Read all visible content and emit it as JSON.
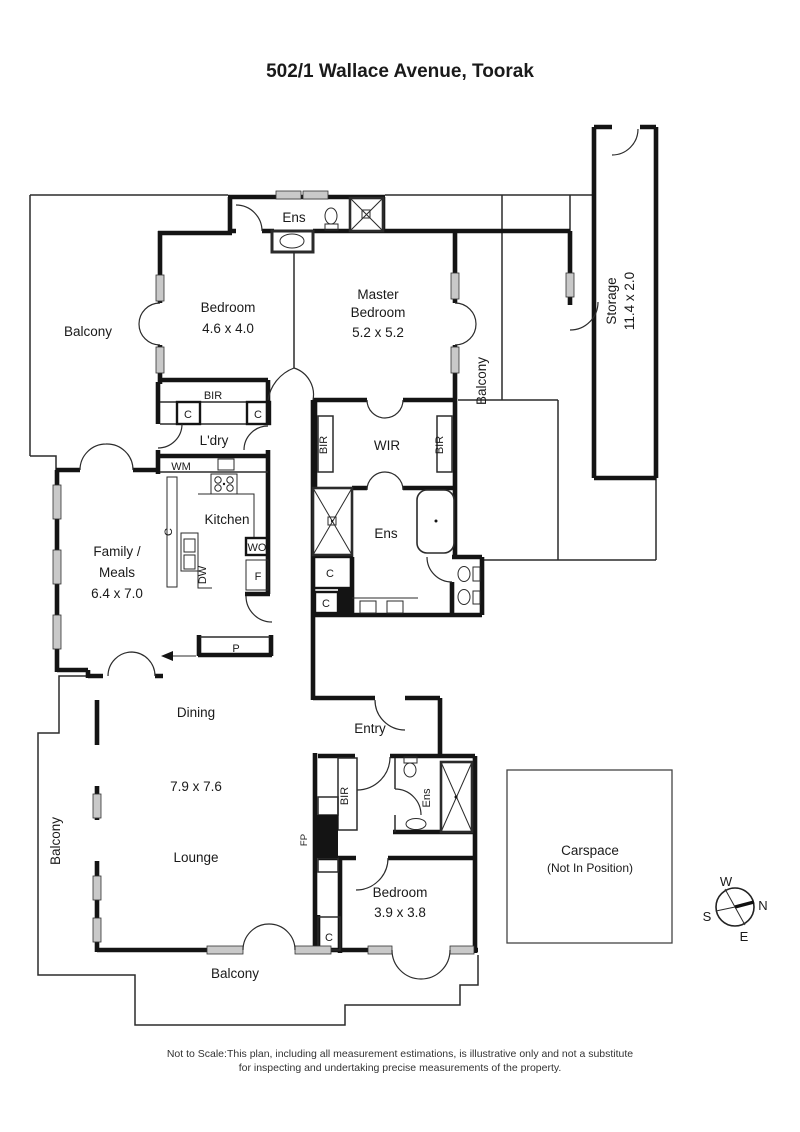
{
  "title": "502/1 Wallace Avenue, Toorak",
  "rooms": {
    "storage": {
      "name": "Storage",
      "dims": "11.4 x 2.0"
    },
    "ens_top": {
      "name": "Ens"
    },
    "bedroom2": {
      "name": "Bedroom",
      "dims": "4.6 x 4.0"
    },
    "master_bedroom": {
      "name_line1": "Master",
      "name_line2": "Bedroom",
      "dims": "5.2 x 5.2"
    },
    "wir": {
      "name": "WIR"
    },
    "laundry": {
      "name": "L'dry"
    },
    "kitchen": {
      "name": "Kitchen"
    },
    "family_meals": {
      "name_line1": "Family /",
      "name_line2": "Meals",
      "dims": "6.4 x 7.0"
    },
    "ens_master": {
      "name": "Ens"
    },
    "dining": {
      "name": "Dining"
    },
    "lounge": {
      "name": "Lounge"
    },
    "dining_lounge_dims": "7.9 x 7.6",
    "entry": {
      "name": "Entry"
    },
    "bedroom3": {
      "name": "Bedroom",
      "dims": "3.9 x 3.8"
    },
    "ens_bed3": {
      "name": "Ens"
    },
    "carspace": {
      "name": "Carspace",
      "note": "(Not In Position)"
    }
  },
  "balconies": {
    "top_left": "Balcony",
    "right": "Balcony",
    "bottom_left": "Balcony",
    "bottom": "Balcony"
  },
  "fixtures": {
    "bir": "BIR",
    "closet": "C",
    "washing_machine": "WM",
    "wall_oven": "WO",
    "fridge": "F",
    "dishwasher": "DW",
    "pantry": "P",
    "fireplace": "FP"
  },
  "compass": {
    "north": "N",
    "south": "S",
    "east": "E",
    "west": "W"
  },
  "footer": {
    "line1": "Not to Scale:This plan, including all measurement estimations, is illustrative only and not a substitute",
    "line2": "for inspecting and undertaking precise measurements of the property."
  }
}
